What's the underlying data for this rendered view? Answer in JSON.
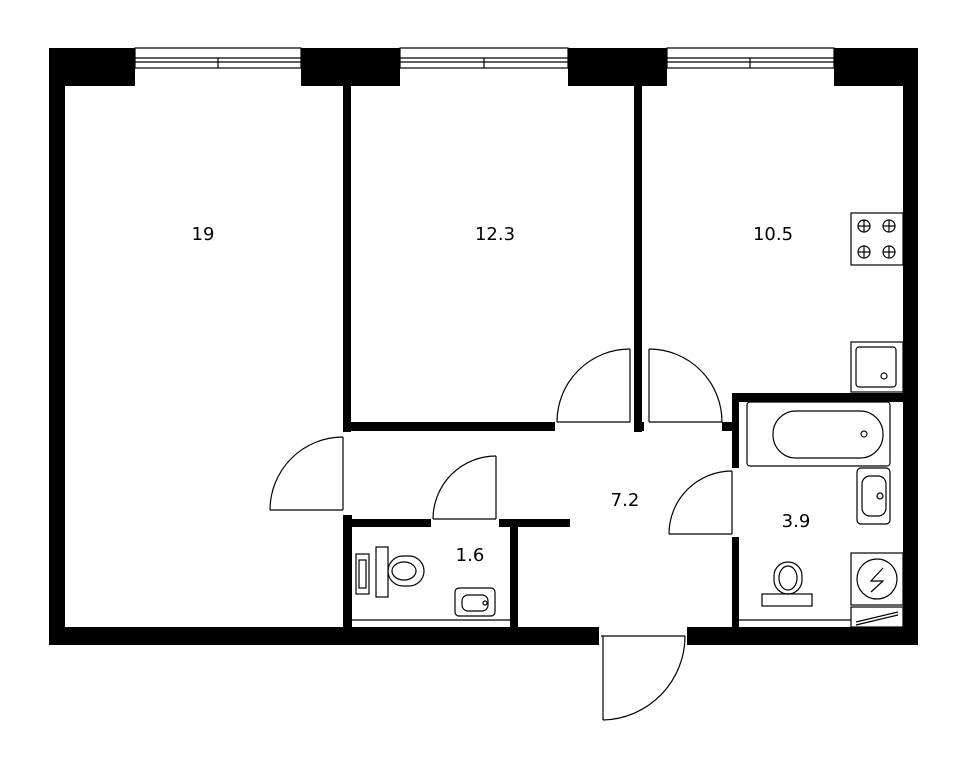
{
  "plan": {
    "rooms": [
      {
        "id": "room-1",
        "area": "19"
      },
      {
        "id": "room-2",
        "area": "12.3"
      },
      {
        "id": "kitchen",
        "area": "10.5"
      },
      {
        "id": "hallway",
        "area": "7.2"
      },
      {
        "id": "toilet",
        "area": "1.6"
      },
      {
        "id": "bathroom",
        "area": "3.9"
      }
    ],
    "fixtures": [
      "stove-icon",
      "sink-icon",
      "bathtub-icon",
      "washbasin-icon",
      "toilet-icon",
      "washing-machine-icon",
      "towel-rail-icon"
    ],
    "colors": {
      "wall": "#000000",
      "background": "#ffffff"
    }
  }
}
